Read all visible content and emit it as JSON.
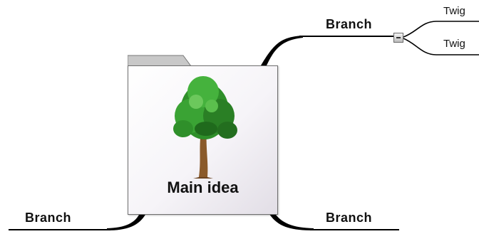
{
  "mindmap": {
    "main_topic": {
      "label": "Main idea",
      "image_icon": "tree-icon"
    },
    "branches": [
      {
        "id": "top-right",
        "label": "Branch",
        "collapsed": false,
        "twigs": [
          "Twig",
          "Twig"
        ]
      },
      {
        "id": "bottom-left",
        "label": "Branch"
      },
      {
        "id": "bottom-right",
        "label": "Branch"
      }
    ],
    "collapse_toggle": {
      "symbol": "−"
    }
  },
  "colors": {
    "connector": "#000000",
    "topic_border": "#6f6f6f",
    "folder_tab": "#c8c8c8"
  }
}
